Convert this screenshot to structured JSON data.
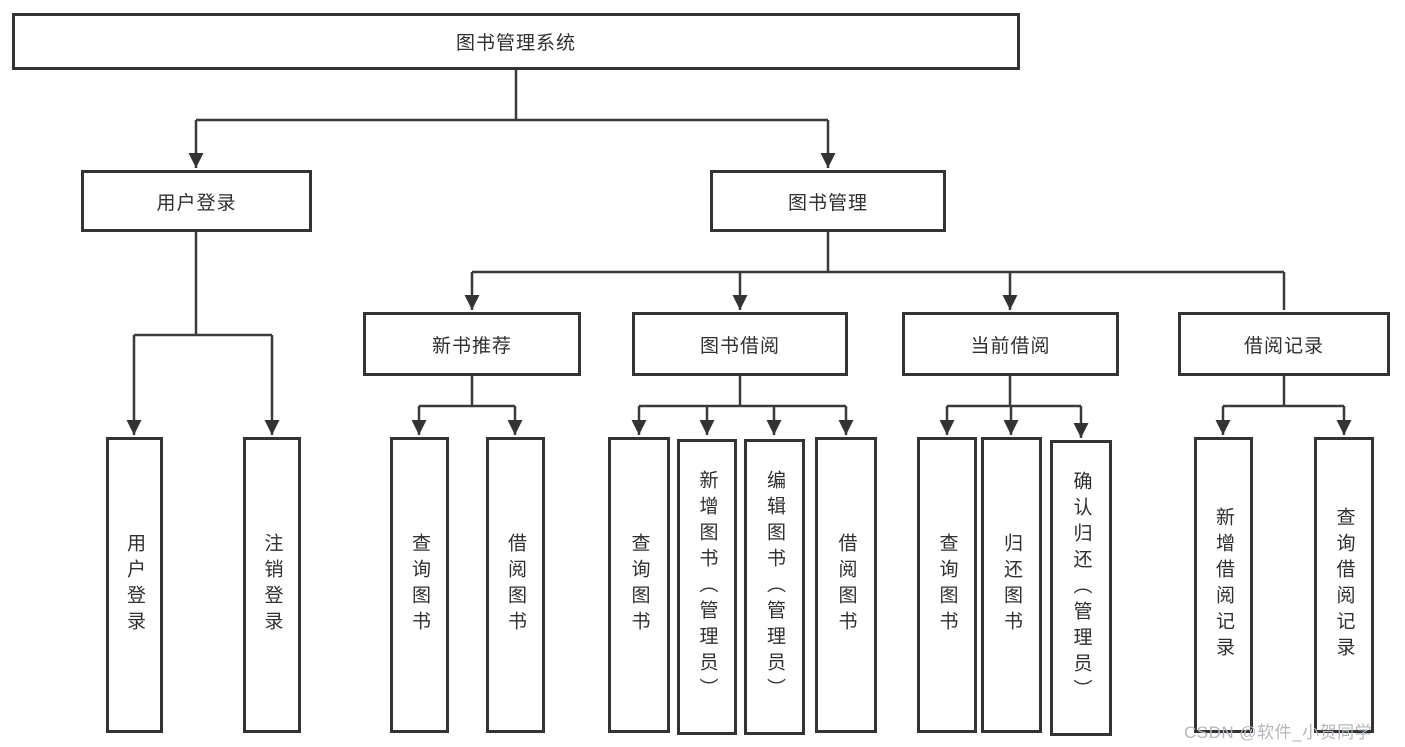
{
  "diagram": {
    "title": "图书管理系统",
    "branches": [
      {
        "label": "用户登录",
        "children": [
          {
            "label": "用户登录"
          },
          {
            "label": "注销登录"
          }
        ]
      },
      {
        "label": "图书管理",
        "groups": [
          {
            "label": "新书推荐",
            "children": [
              {
                "label": "查询图书"
              },
              {
                "label": "借阅图书"
              }
            ]
          },
          {
            "label": "图书借阅",
            "children": [
              {
                "label": "查询图书"
              },
              {
                "label": "新增图书（管理员）"
              },
              {
                "label": "编辑图书（管理员）"
              },
              {
                "label": "借阅图书"
              }
            ]
          },
          {
            "label": "当前借阅",
            "children": [
              {
                "label": "查询图书"
              },
              {
                "label": "归还图书"
              },
              {
                "label": "确认归还（管理员）"
              }
            ]
          },
          {
            "label": "借阅记录",
            "children": [
              {
                "label": "新增借阅记录"
              },
              {
                "label": "查询借阅记录"
              }
            ]
          }
        ]
      }
    ]
  },
  "watermark": {
    "text": "CSDN @软件_小贺同学"
  },
  "colors": {
    "line": "#3a3a3a",
    "border": "#333333",
    "watermark": "#b3b7bd"
  }
}
